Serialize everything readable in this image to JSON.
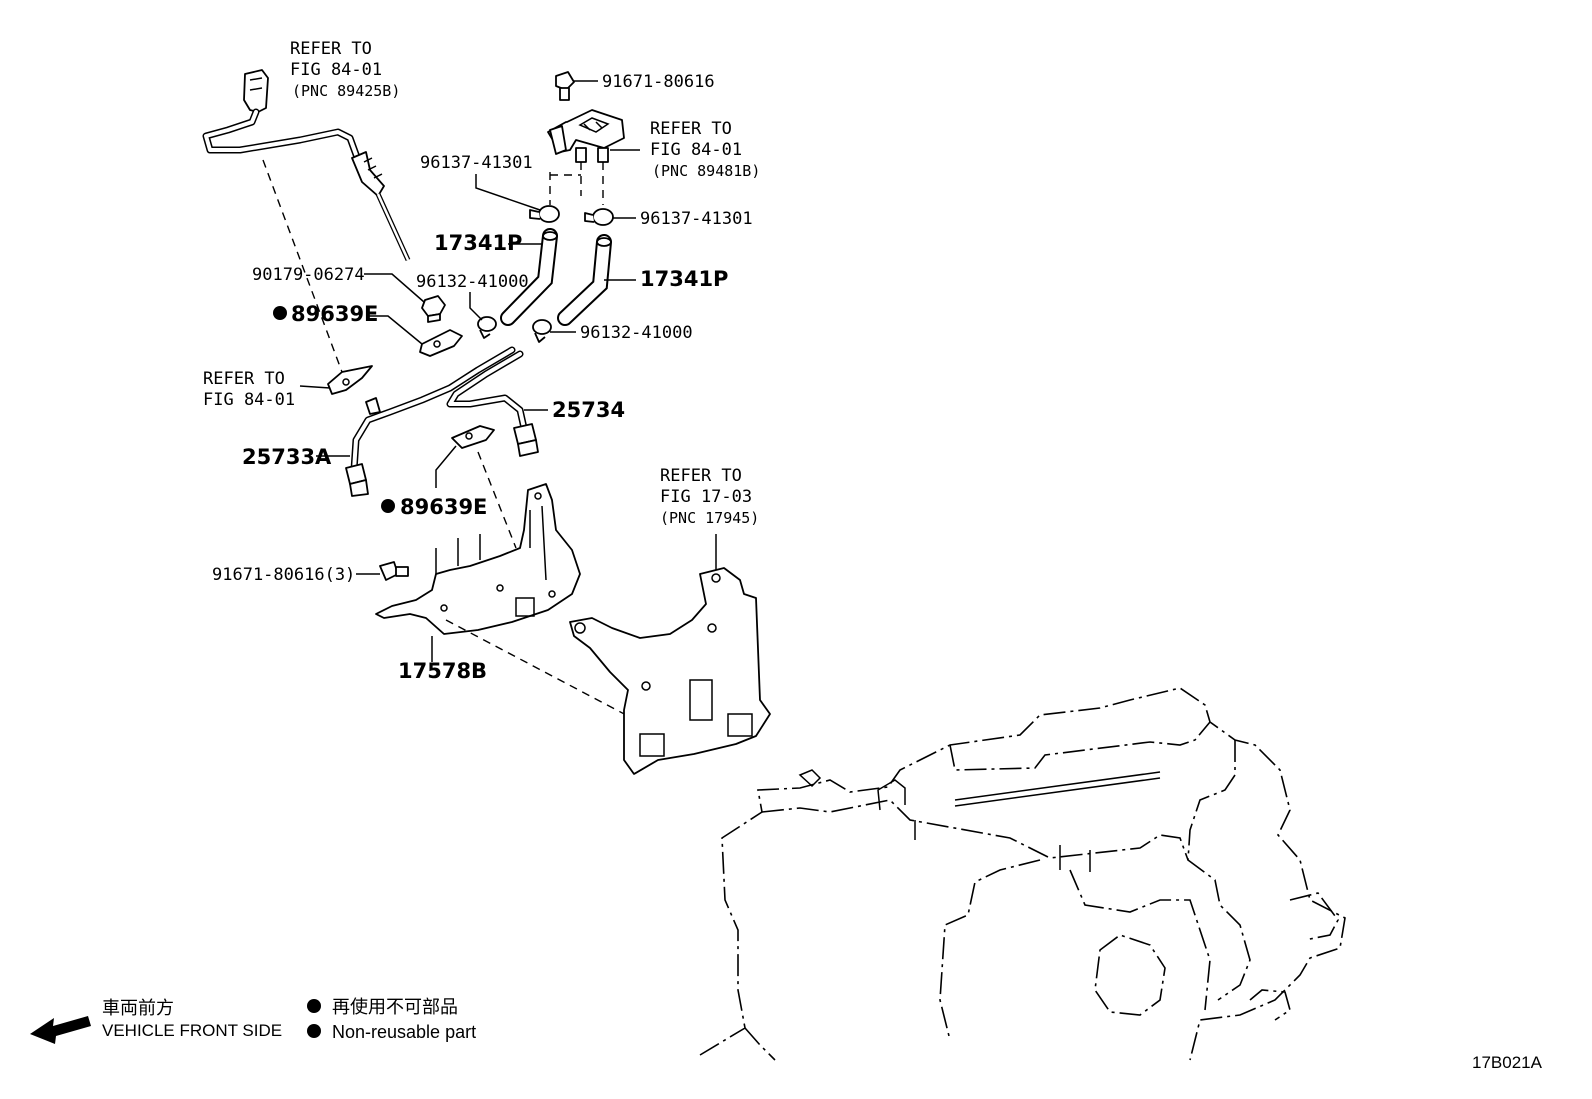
{
  "refs": {
    "sensor_top": [
      "REFER TO",
      "FIG 84-01",
      "(PNC 89425B)"
    ],
    "pressure_sensor": [
      "REFER TO",
      "FIG 84-01",
      "(PNC 89481B)"
    ],
    "clamp_left": [
      "REFER TO",
      "FIG 84-01"
    ],
    "bracket_right": [
      "REFER TO",
      "FIG 17-03",
      "(PNC 17945)"
    ]
  },
  "parts": {
    "bolt_top": "91671-80616",
    "clip_left": "96137-41301",
    "clip_right": "96137-41301",
    "hose_left": "17341P",
    "hose_right": "17341P",
    "clamp_hose_left": "96132-41000",
    "clamp_hose_right": "96132-41000",
    "nut": "90179-06274",
    "gasket_top": "89639E",
    "gasket_bottom": "89639E",
    "pipe_right": "25734",
    "pipe_left": "25733A",
    "bolt_bracket": "91671-80616(3)",
    "bracket": "17578B"
  },
  "legend": {
    "front_jp": "車両前方",
    "front_en": "VEHICLE FRONT SIDE",
    "nonreuse_jp": "再使用不可部品",
    "nonreuse_en": "Non-reusable part"
  },
  "figure_id": "17B021A"
}
